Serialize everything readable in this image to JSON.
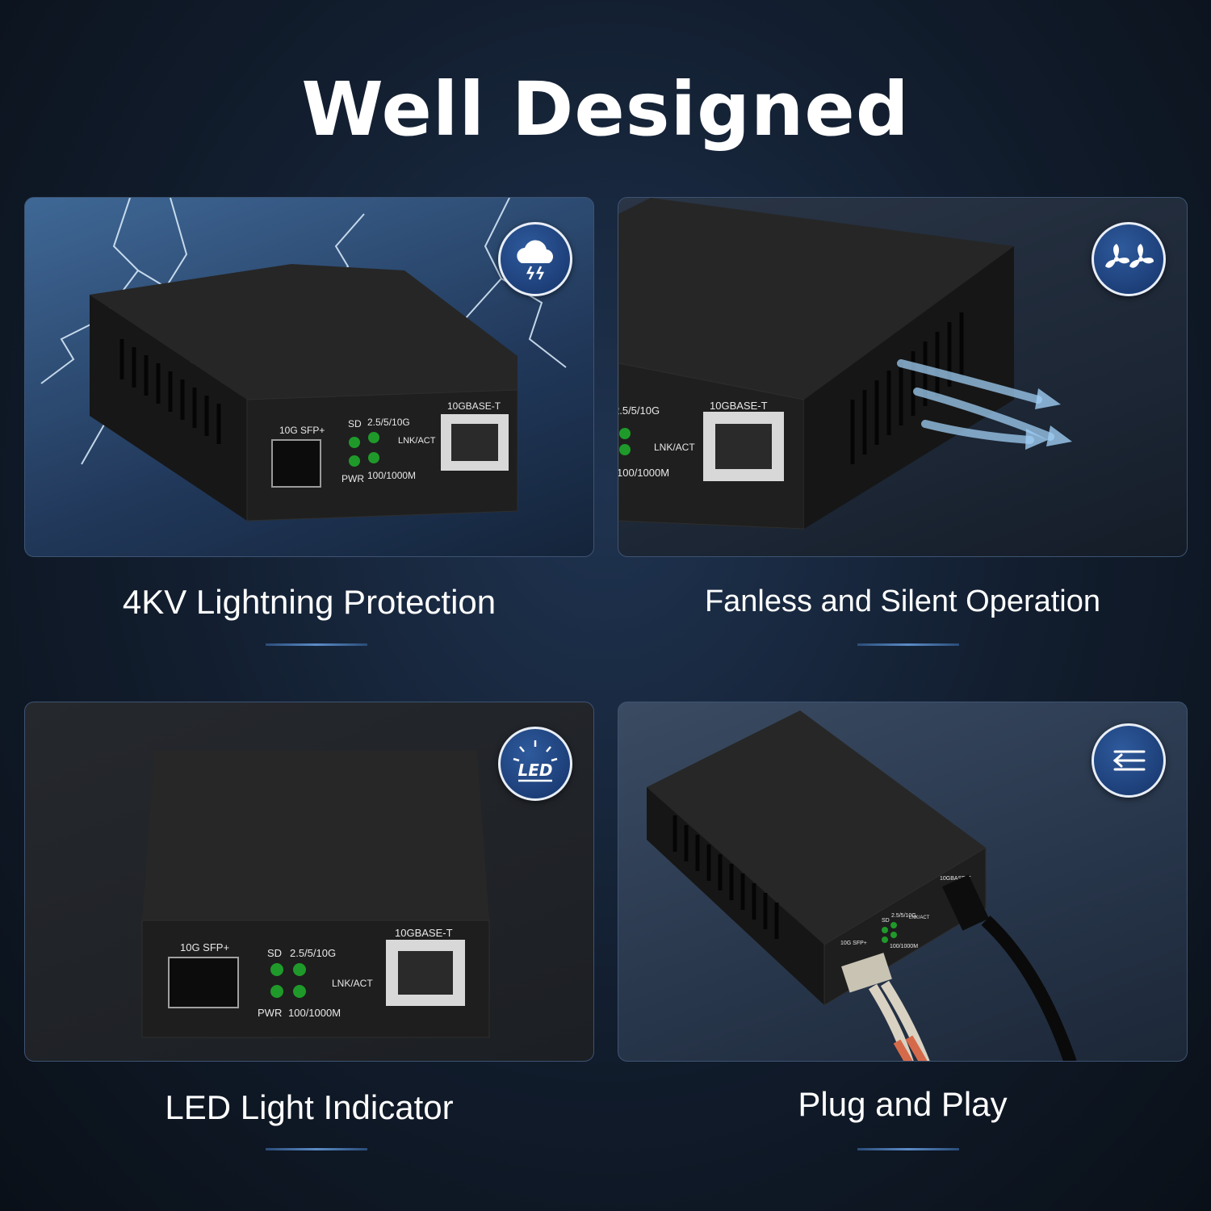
{
  "page": {
    "title": "Well Designed"
  },
  "features": [
    {
      "caption": "4KV Lightning Protection",
      "icon": "storm-cloud-icon"
    },
    {
      "caption": "Fanless and Silent Operation",
      "icon": "fan-icon"
    },
    {
      "caption": "LED Light Indicator",
      "icon": "led-icon"
    },
    {
      "caption": "Plug and Play",
      "icon": "plug-arrows-icon"
    }
  ],
  "device_labels": {
    "sfp": "10G SFP+",
    "sd": "SD",
    "speed_high": "2.5/5/10G",
    "lnk_act": "LNK/ACT",
    "pwr": "PWR",
    "speed_low": "100/1000M",
    "rj45": "10GBASE-T"
  },
  "led_badge_text": "LED",
  "colors": {
    "led_green": "#1f9a2a",
    "accent_blue": "#16346a",
    "device_black": "#1c1c1c"
  }
}
